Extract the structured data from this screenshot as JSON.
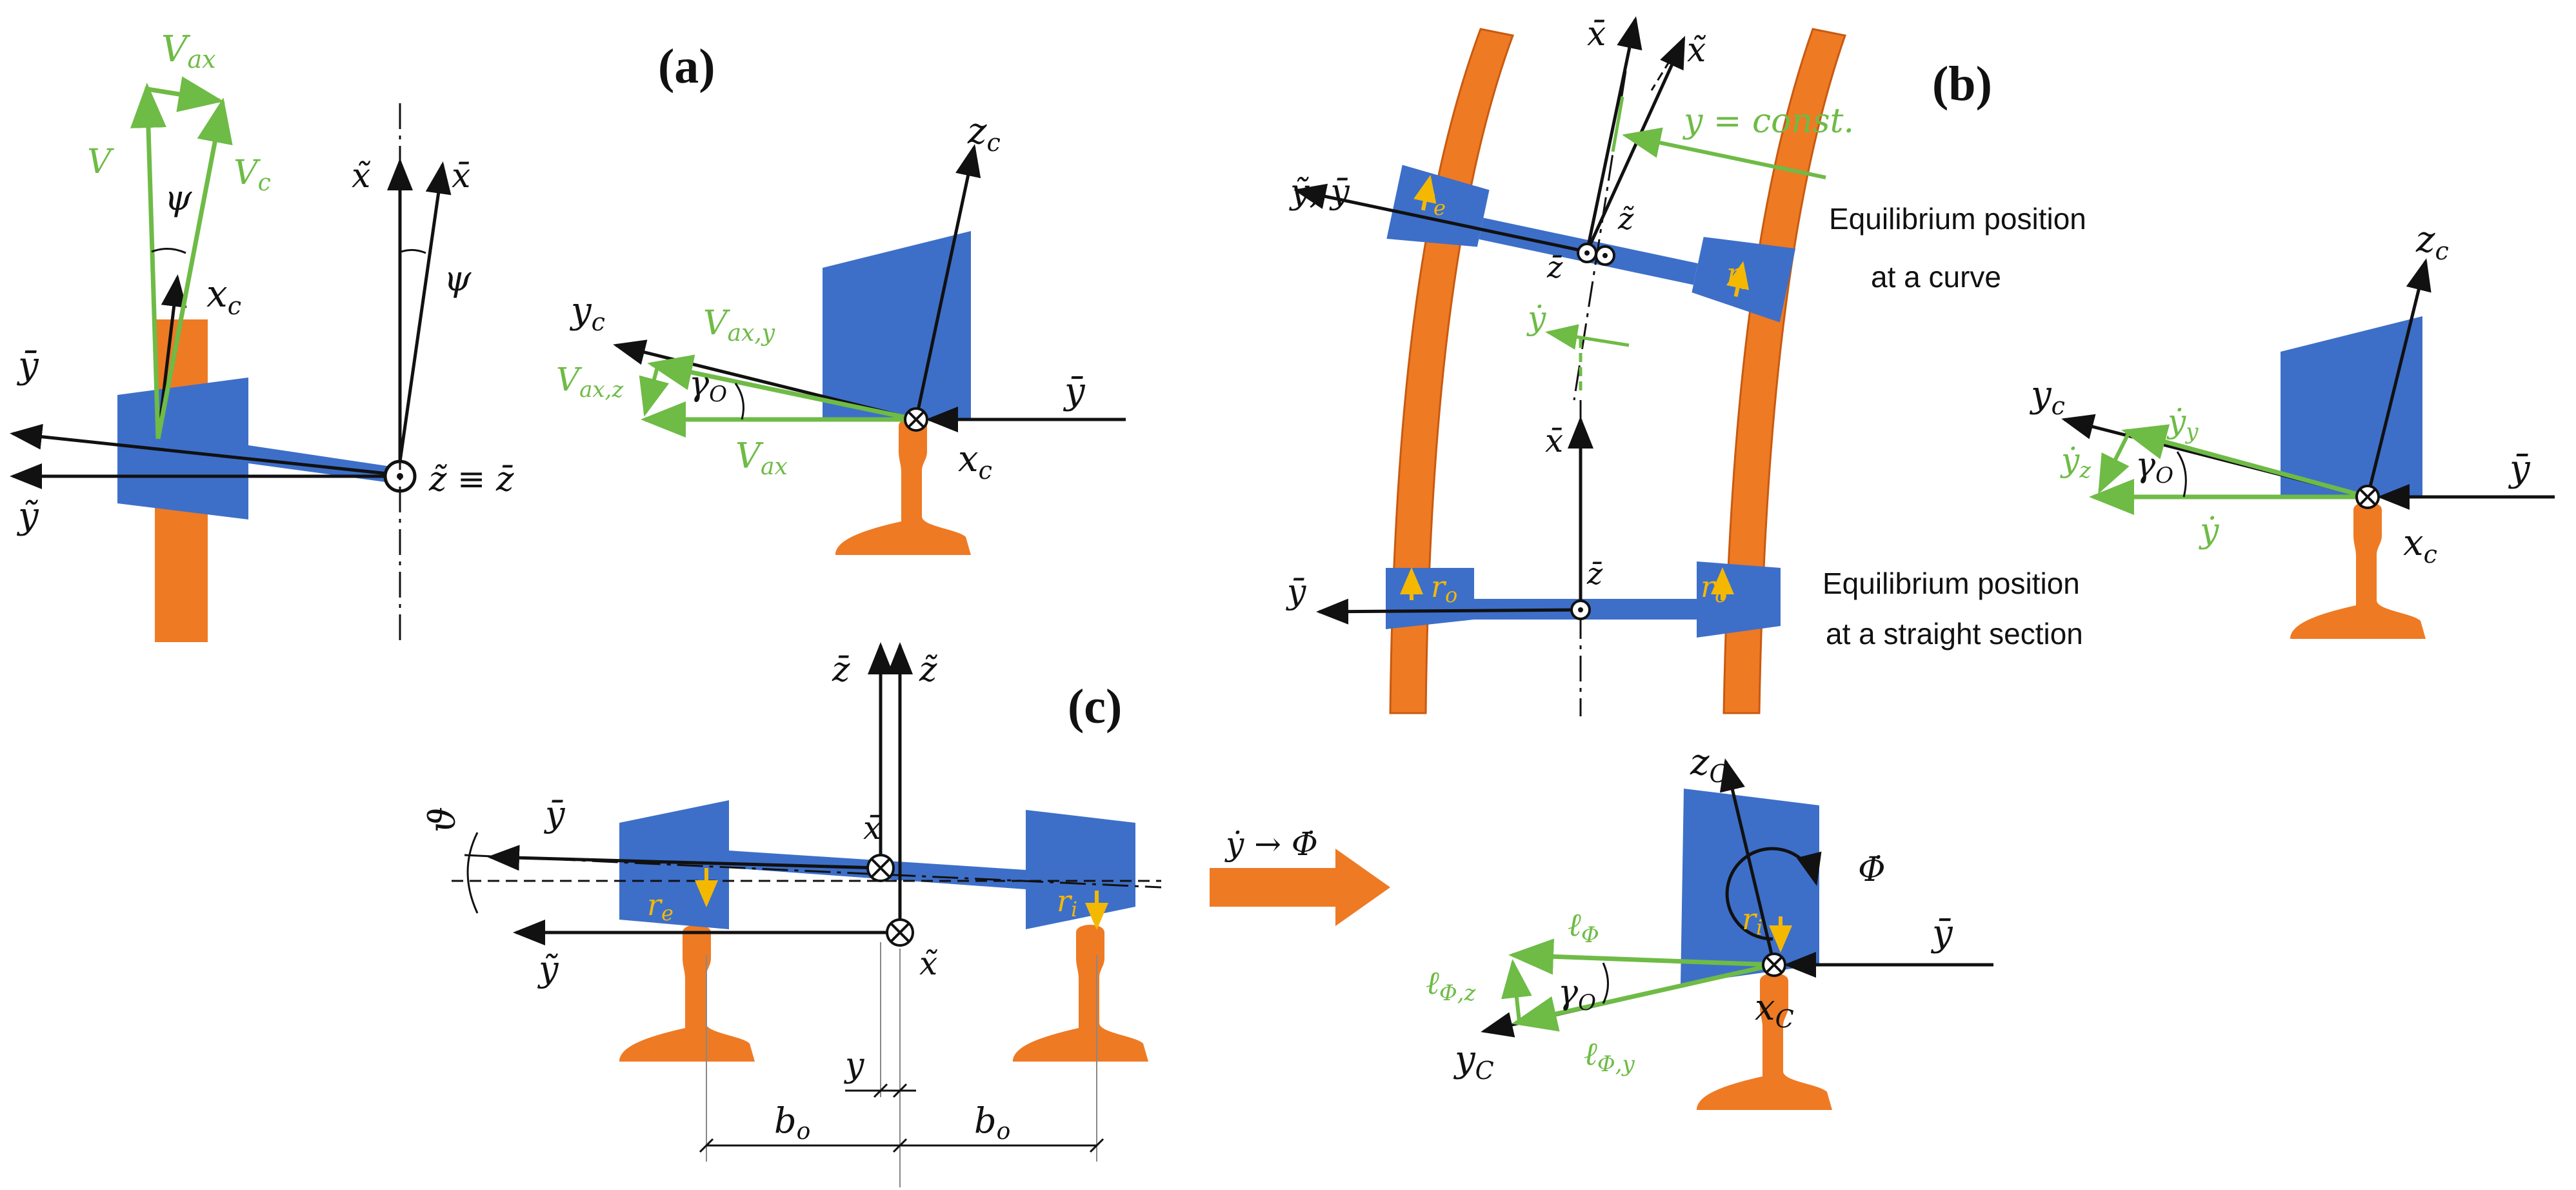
{
  "colors": {
    "rail": "#EE7A24",
    "wheelset": "#3D6FC9",
    "velocity": "#6EBB46",
    "radius": "#F5B800",
    "axis": "#111111"
  },
  "panel_labels": {
    "a": "(a)",
    "b": "(b)",
    "c": "(c)"
  },
  "panel_a": {
    "left": {
      "V_ax": "V",
      "V_ax_sub": "ax",
      "V": "V",
      "V_c": "V",
      "V_c_sub": "c",
      "psi": "ψ",
      "x_c": "x",
      "x_c_sub": "c",
      "y_dbar": "ȳ̄",
      "y_tilde": "ỹ",
      "z_equiv": "z̃ ≡ z̄̄",
      "x_tilde": "x̃",
      "x_dbar": "x̄̄",
      "psi2": "ψ"
    },
    "right": {
      "z_c": "z",
      "z_c_sub": "c",
      "y_c": "y",
      "y_c_sub": "c",
      "V_axy": "V",
      "V_axy_sub": "ax,y",
      "V_axz": "V",
      "V_axz_sub": "ax,z",
      "gamma": "γ",
      "gamma_sub": "O",
      "V_ax": "V",
      "V_ax_sub": "ax",
      "y_dbar": "ȳ̄",
      "x_c": "x",
      "x_c_sub": "c"
    }
  },
  "panel_b": {
    "x_dbar_top": "x̄̄",
    "x_tilde_top": "x̃",
    "y_const": "y = const.",
    "y_pair": "ỹ, ȳ̄",
    "r_e": "r",
    "r_e_sub": "e",
    "r_i": "r",
    "r_i_sub": "i",
    "z_tilde": "z̃",
    "z_dbar": "z̄̄",
    "ydot": "ẏ",
    "x_dbar_mid": "x̄̄",
    "z_dbar_low": "z̄̄",
    "y_dbar_low": "ȳ̄",
    "r_o_left": "r",
    "r_o_left_sub": "o",
    "r_o_right": "r",
    "r_o_right_sub": "o",
    "eq_curve_1": "Equilibrium position",
    "eq_curve_2": "at a curve",
    "eq_straight_1": "Equilibrium position",
    "eq_straight_2": "at a straight section",
    "right_view": {
      "z_c": "z",
      "z_c_sub": "c",
      "y_c": "y",
      "y_c_sub": "c",
      "ydot_y": "ẏ",
      "ydot_y_sub": "y",
      "ydot_z": "ẏ",
      "ydot_z_sub": "z",
      "gamma": "γ",
      "gamma_sub": "O",
      "ydot": "ẏ",
      "y_dbar": "ȳ̄",
      "x_c": "x",
      "x_c_sub": "c"
    }
  },
  "panel_c": {
    "z_dbar": "z̄̄",
    "z_tilde": "z̃",
    "theta": "ϑ",
    "y_dbar": "ȳ̄",
    "x_dbar": "x̄̄",
    "r_e": "r",
    "r_e_sub": "e",
    "r_i": "r",
    "r_i_sub": "i",
    "y_tilde": "ỹ",
    "x_tilde": "x̃",
    "y_shift": "y",
    "b_o_left": "b",
    "b_o_left_sub": "o",
    "b_o_right": "b",
    "b_o_right_sub": "o",
    "transform": "ẏ → Φ̇",
    "right_view": {
      "z_c": "z",
      "z_c_sub": "C",
      "phi_dot": "Φ̇",
      "r_i": "r",
      "r_i_sub": "i",
      "y_dbar": "ȳ̄",
      "l_phi": "ℓ",
      "l_phi_sub": "Φ",
      "l_phi_z": "ℓ",
      "l_phi_z_sub": "Φ,z",
      "gamma": "γ",
      "gamma_sub": "O",
      "l_phi_y": "ℓ",
      "l_phi_y_sub": "Φ,y",
      "y_c": "y",
      "y_c_sub": "C",
      "x_c": "x",
      "x_c_sub": "C"
    }
  }
}
